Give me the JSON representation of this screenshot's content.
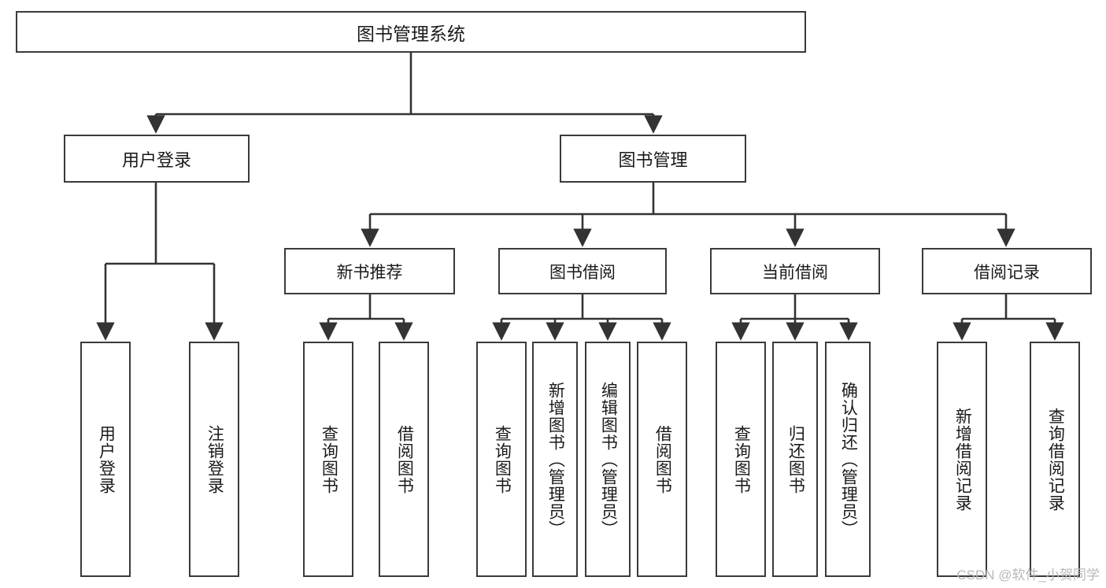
{
  "diagram": {
    "title": "图书管理系统",
    "type": "tree",
    "watermark": "CSDN @软件_小贺同学",
    "root": {
      "id": "root",
      "label": "图书管理系统"
    },
    "level2": [
      {
        "id": "user-login",
        "label": "用户登录"
      },
      {
        "id": "book-manage",
        "label": "图书管理"
      }
    ],
    "level3": [
      {
        "id": "new-book-recommend",
        "label": "新书推荐"
      },
      {
        "id": "book-borrow",
        "label": "图书借阅"
      },
      {
        "id": "current-borrow",
        "label": "当前借阅"
      },
      {
        "id": "borrow-record",
        "label": "借阅记录"
      }
    ],
    "leaves": {
      "user_login": [
        {
          "id": "leaf-user-login",
          "label": "用户登录"
        },
        {
          "id": "leaf-logout-login",
          "label": "注销登录"
        }
      ],
      "new_book_recommend": [
        {
          "id": "leaf-query-book-1",
          "label": "查询图书"
        },
        {
          "id": "leaf-borrow-book-1",
          "label": "借阅图书"
        }
      ],
      "book_borrow": [
        {
          "id": "leaf-query-book-2",
          "label": "查询图书"
        },
        {
          "id": "leaf-add-book",
          "label": "新增图书（管理员）"
        },
        {
          "id": "leaf-edit-book",
          "label": "编辑图书（管理员）"
        },
        {
          "id": "leaf-borrow-book-2",
          "label": "借阅图书"
        }
      ],
      "current_borrow": [
        {
          "id": "leaf-query-book-3",
          "label": "查询图书"
        },
        {
          "id": "leaf-return-book",
          "label": "归还图书"
        },
        {
          "id": "leaf-confirm-return",
          "label": "确认归还（管理员）"
        }
      ],
      "borrow_record": [
        {
          "id": "leaf-add-record",
          "label": "新增借阅记录"
        },
        {
          "id": "leaf-query-record",
          "label": "查询借阅记录"
        }
      ]
    },
    "colors": {
      "border": "#3a3a3a",
      "background": "#ffffff",
      "text": "#1a1a1a",
      "edge": "#333333",
      "watermark": "#b9b9b9"
    }
  }
}
